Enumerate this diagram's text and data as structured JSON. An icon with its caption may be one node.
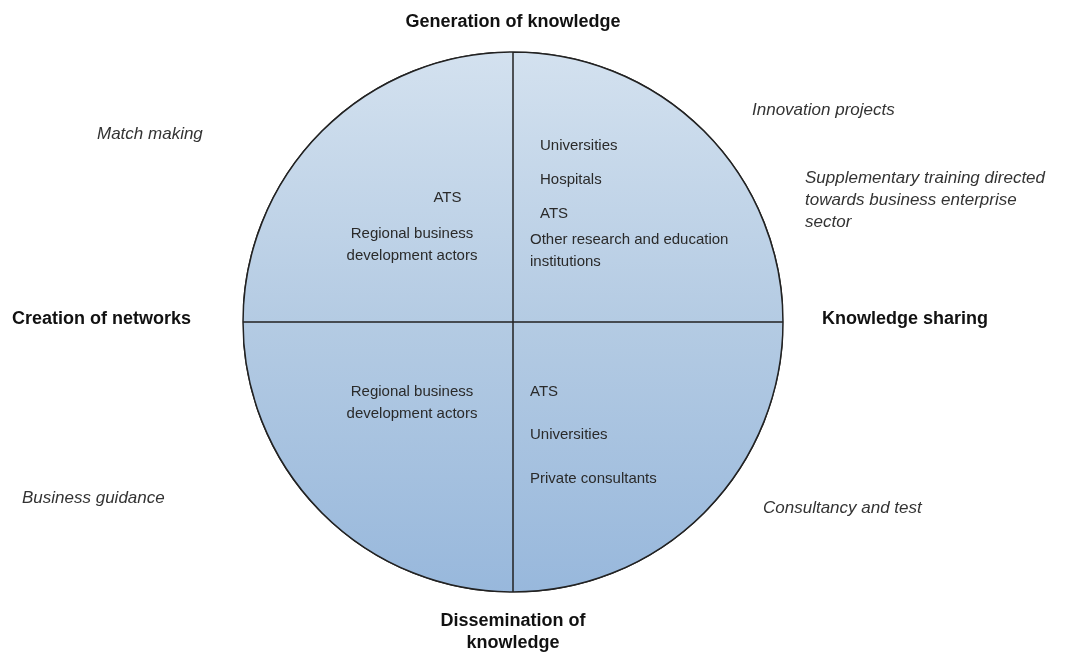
{
  "diagram": {
    "nodes": [
      {
        "text": [],
        "shape": "circle"
      },
      {
        "text": [
          "ATS",
          "Regional business development actors"
        ],
        "in": 0
      },
      {
        "text": [
          "Universities",
          "Hospitals",
          "ATS",
          "Other research and education institutions"
        ],
        "in": 0
      },
      {
        "text": [
          "Regional business development actors"
        ],
        "in": 0
      },
      {
        "text": [
          "ATS",
          "Universities",
          "Private consultants"
        ],
        "in": 0
      }
    ],
    "edges": [],
    "labels": [
      "Generation of knowledge",
      "Innovation projects",
      "Match making",
      "Supplementary training directed towards business enterprise sector",
      "Creation of networks",
      "Knowledge sharing",
      "Business guidance",
      "Consultancy and test",
      "Dissemination of knowledge"
    ]
  }
}
